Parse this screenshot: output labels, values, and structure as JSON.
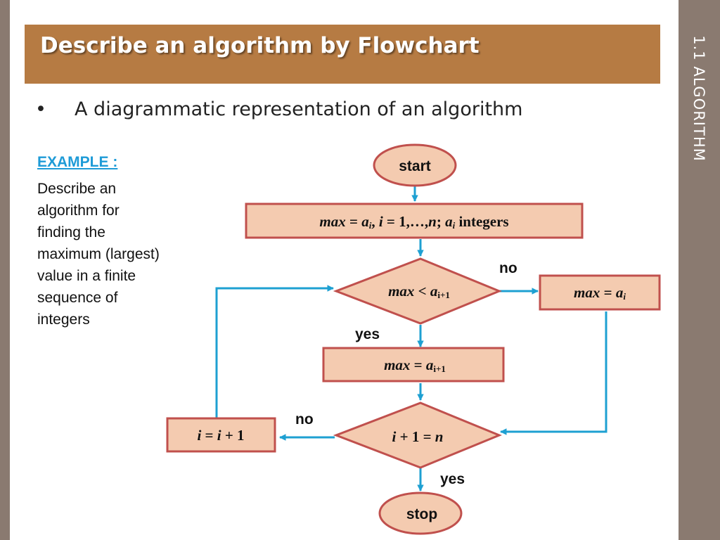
{
  "slide": {
    "title": "Describe an algorithm by Flowchart",
    "section_label": "1.1 ALGORITHM",
    "bullet": "•",
    "bullet_text": "A diagrammatic representation of an algorithm",
    "example_heading": "EXAMPLE :",
    "example_text": "Describe an algorithm for finding the maximum (largest) value in a finite sequence of integers"
  },
  "flowchart": {
    "start_label": "start",
    "stop_label": "stop",
    "init": {
      "max": "max",
      "eq1": " = ",
      "a": "a",
      "sub_i": "i",
      "comma": ", ",
      "i": "i",
      "range": " = 1,…,",
      "n": "n",
      "semi": "; ",
      "a2": "a",
      "sub_i2": "i",
      "integers": " integers"
    },
    "decision1": {
      "max": "max",
      "lt": " < ",
      "a": "a",
      "sub": "i+1"
    },
    "decision2": {
      "i": "i",
      "plus": " + 1 = ",
      "n": "n"
    },
    "assign_yes": {
      "max": "max",
      "eq": " = ",
      "a": "a",
      "sub": "i+1"
    },
    "assign_no": {
      "max": "max",
      "eq": " = ",
      "a": "a",
      "sub": "i"
    },
    "increment": {
      "i1": "i",
      "eq": " = ",
      "i2": "i",
      "plus": " + 1"
    },
    "labels": {
      "d1_no": "no",
      "d1_yes": "yes",
      "d2_no": "no",
      "d2_yes": "yes"
    }
  },
  "colors": {
    "title_bar": "#b67b43",
    "side_tab": "#8a7a70",
    "node_fill": "#f4cbb0",
    "node_stroke": "#c0504d",
    "arrow": "#1ea0d2",
    "example_heading": "#1e9bd7"
  }
}
